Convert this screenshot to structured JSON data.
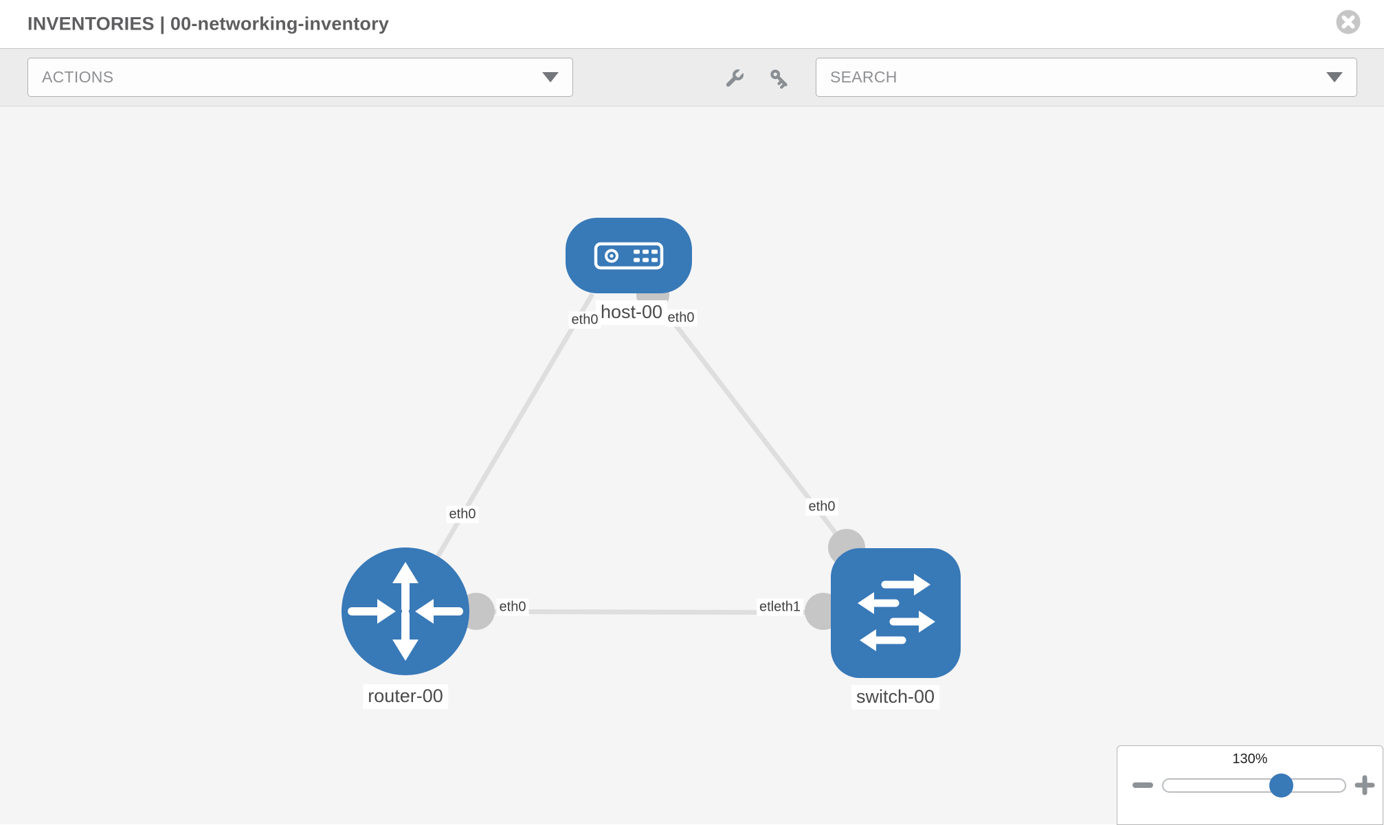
{
  "header": {
    "title": "INVENTORIES | 00-networking-inventory"
  },
  "toolbar": {
    "actions_label": "ACTIONS",
    "search_label": "SEARCH"
  },
  "icons": {
    "close": "circle-x",
    "actions_caret": "chevron-down",
    "search_caret": "chevron-down",
    "tools": [
      "wrench",
      "key"
    ],
    "zoom_out": "minus",
    "zoom_in": "plus"
  },
  "topology": {
    "nodes": {
      "host": {
        "name": "host-00",
        "type": "host"
      },
      "router": {
        "name": "router-00",
        "type": "router"
      },
      "switch": {
        "name": "switch-00",
        "type": "switch"
      }
    },
    "interface_labels": {
      "host_left": "eth0",
      "host_right": "eth0",
      "host_router_link": "eth0",
      "host_switch_link": "eth0",
      "router_switch_link_router_side": "eth0",
      "router_switch_link_switch_side": "etleth1"
    },
    "links": [
      {
        "from": "host-00",
        "to": "router-00"
      },
      {
        "from": "host-00",
        "to": "switch-00"
      },
      {
        "from": "router-00",
        "to": "switch-00"
      }
    ]
  },
  "zoom_control": {
    "level": "130%"
  },
  "colors": {
    "node_blue": "#3879b8",
    "link_gray": "#dedede",
    "connector_gray": "#c6c6c6",
    "toolbar_bg": "#ececec",
    "canvas_bg": "#f5f5f6",
    "icon_gray": "#898e93"
  }
}
